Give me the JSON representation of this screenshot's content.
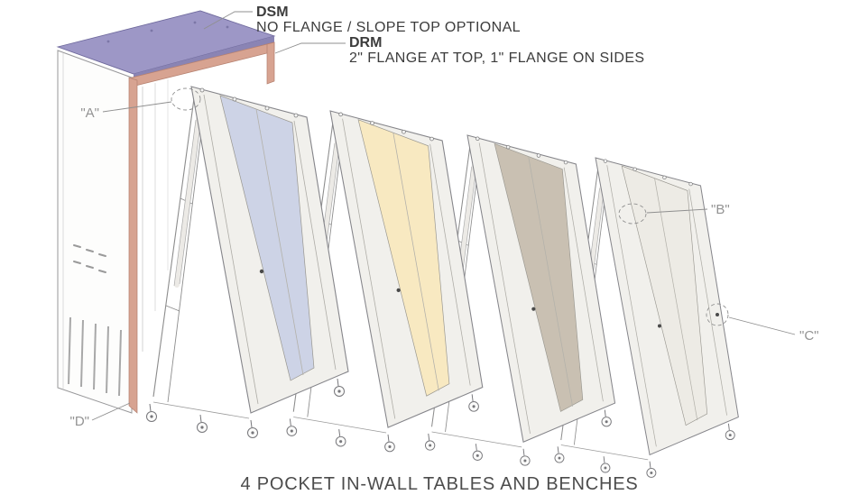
{
  "diagram": {
    "caption": "4 POCKET IN-WALL TABLES AND BENCHES",
    "callouts": [
      {
        "id": "dsm",
        "label": "DSM",
        "description": "NO FLANGE / SLOPE TOP OPTIONAL"
      },
      {
        "id": "drm",
        "label": "DRM",
        "description": "2\" FLANGE AT TOP, 1\" FLANGE ON SIDES"
      }
    ],
    "markers": [
      {
        "id": "a",
        "label": "\"A\""
      },
      {
        "id": "b",
        "label": "\"B\""
      },
      {
        "id": "c",
        "label": "\"C\""
      },
      {
        "id": "d",
        "label": "\"D\""
      }
    ],
    "colors": {
      "slope_top": "#9d97c6",
      "slope_top_edge": "#8a84b4",
      "flange_frame": "#d7a391",
      "panel_1": "#cdd3e6",
      "panel_2": "#f8e9c1",
      "panel_3": "#c9c0b2",
      "panel_4": "#edebe5"
    }
  }
}
